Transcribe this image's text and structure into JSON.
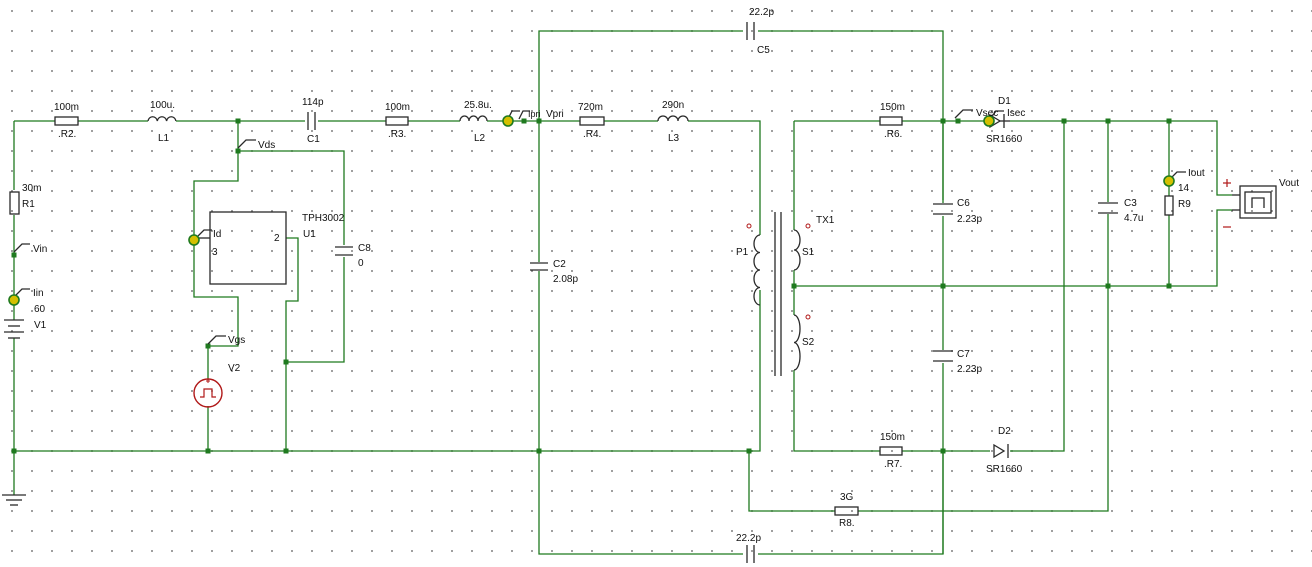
{
  "components": {
    "R1": {
      "ref": "R1",
      "value": "30m"
    },
    "R2": {
      "ref": ".R2.",
      "value": "100m"
    },
    "L1": {
      "ref": "L1",
      "value": "100u."
    },
    "C1": {
      "ref": "C1",
      "value": "114p"
    },
    "R3": {
      "ref": ".R3.",
      "value": "100m"
    },
    "L2": {
      "ref": "L2",
      "value": "25.8u."
    },
    "R4": {
      "ref": ".R4.",
      "value": "720m"
    },
    "L3": {
      "ref": "L3",
      "value": "290n"
    },
    "C5": {
      "ref": "C5",
      "value": "22.2p"
    },
    "C4": {
      "value": "22.2p"
    },
    "R6": {
      "ref": ".R6.",
      "value": "150m"
    },
    "R7": {
      "ref": ".R7.",
      "value": "150m"
    },
    "R8": {
      "ref": "R8.",
      "value": "3G"
    },
    "R9": {
      "ref": "R9",
      "value": "14"
    },
    "D1": {
      "ref": "D1",
      "value": "SR1660"
    },
    "D2": {
      "ref": "D2",
      "value": "SR1660"
    },
    "C2": {
      "ref": "C2",
      "value": "2.08p"
    },
    "C3": {
      "ref": "C3",
      "value": "4.7u"
    },
    "C6": {
      "ref": "C6",
      "value": "2.23p"
    },
    "C7": {
      "ref": "C7",
      "value": "2.23p"
    },
    "C8": {
      "ref": "C8",
      "value": "0"
    },
    "U1": {
      "ref": "U1",
      "value": "TPH3002",
      "pin_left": "3",
      "pin_right": "2"
    },
    "V1": {
      "ref": "V1"
    },
    "V2": {
      "ref": "V2"
    },
    "TX1": {
      "ref": "TX1",
      "p1": "P1",
      "s1": "S1",
      "s2": "S2"
    }
  },
  "probes": {
    "vin": "Vin",
    "iin": "Iin",
    "iin_value": "60",
    "vds": "Vds",
    "id": "Id",
    "vgs": "Vgs",
    "ipri": "Ipri",
    "vpri": "Vpri",
    "vsec": "Vsec",
    "isec": "Isec",
    "iout": "Iout",
    "vout": "Vout"
  },
  "colors": {
    "wire": "#1f7a1f",
    "component": "#2a2a2a",
    "background": "#ffffff",
    "grid": "#8c8c8c",
    "probe": "#d4c000"
  }
}
